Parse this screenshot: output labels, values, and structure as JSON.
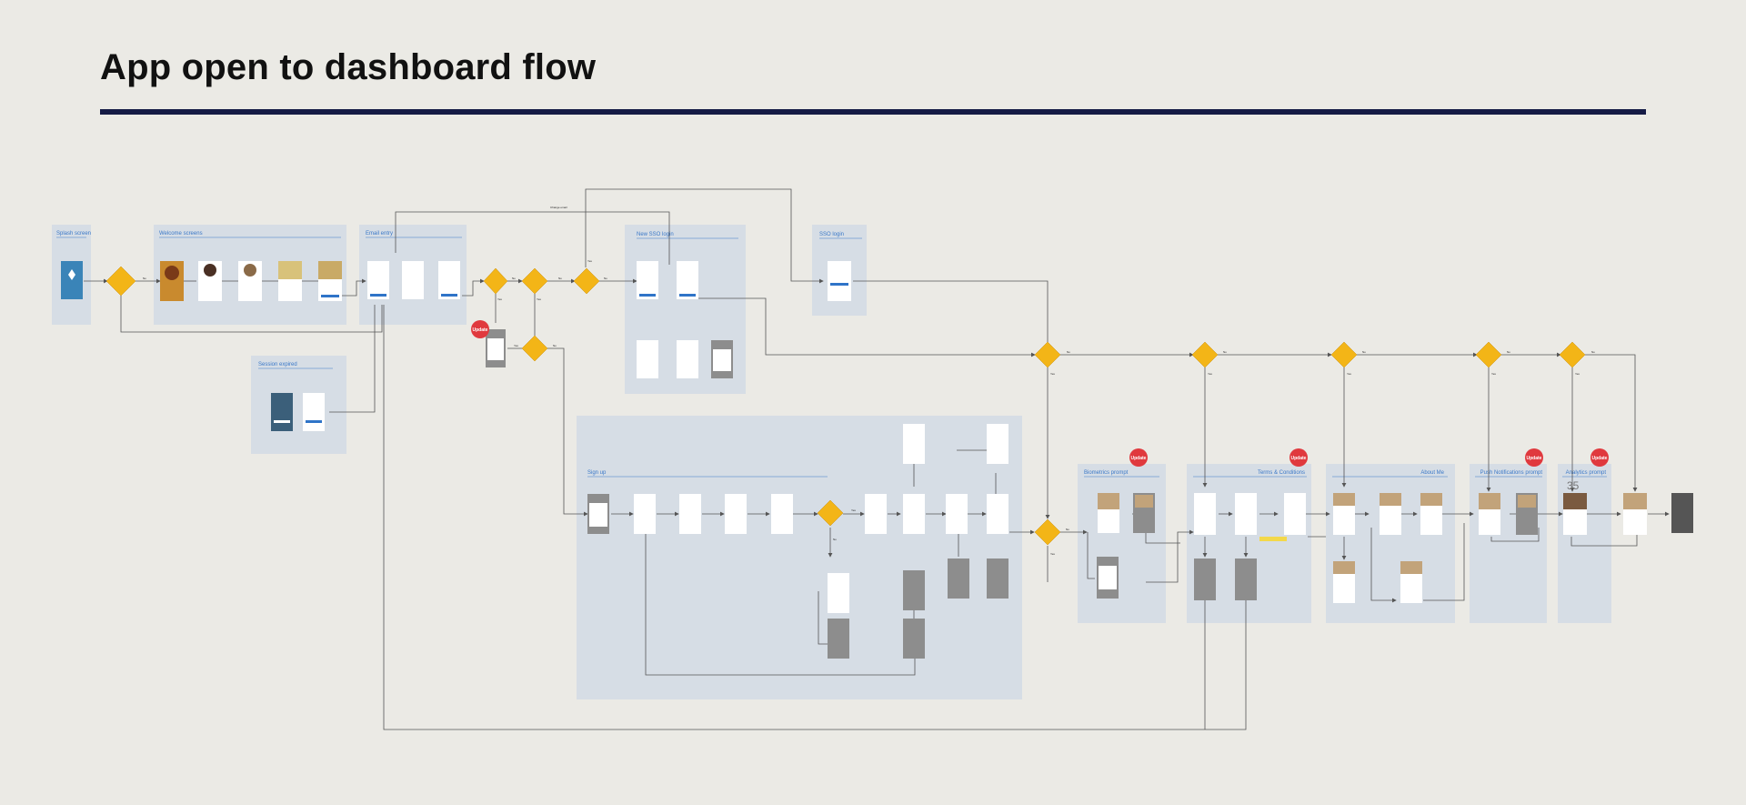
{
  "title": "App open to dashboard flow",
  "sections": {
    "splash": "Splash screen",
    "welcome": "Welcome screens",
    "email": "Email entry",
    "session": "Session expired",
    "sso_new": "New SSO login",
    "sso": "SSO login",
    "signup": "Sign up",
    "biometrics": "Biometrics prompt",
    "terms": "Terms & Conditions",
    "about": "About Me",
    "push": "Push Notifications prompt",
    "analytics": "Analytics prompt"
  },
  "badges": {
    "update": "Update"
  },
  "edge_labels": {
    "yes": "Yes",
    "no": "No",
    "change_email": "Change email"
  },
  "page_number": "35",
  "colors": {
    "background": "#ebeae5",
    "section": "#d6dde5",
    "decision": "#f3b517",
    "badge": "#e0393e",
    "accent": "#3a78c8",
    "rule": "#151b45"
  }
}
